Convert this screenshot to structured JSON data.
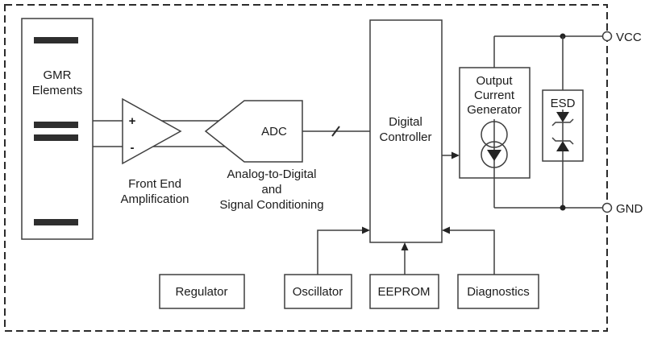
{
  "diagram": {
    "description": "Sensor IC block diagram",
    "blocks": {
      "gmr": {
        "line1": "GMR",
        "line2": "Elements"
      },
      "amplifier": {
        "plus": "+",
        "minus": "-",
        "caption1": "Front End",
        "caption2": "Amplification"
      },
      "adc": {
        "label": "ADC",
        "caption1": "Analog-to-Digital",
        "caption2": "and",
        "caption3": "Signal Conditioning"
      },
      "controller": {
        "line1": "Digital",
        "line2": "Controller"
      },
      "output_current_generator": {
        "line1": "Output",
        "line2": "Current",
        "line3": "Generator"
      },
      "esd": {
        "label": "ESD"
      },
      "regulator": {
        "label": "Regulator"
      },
      "oscillator": {
        "label": "Oscillator"
      },
      "eeprom": {
        "label": "EEPROM"
      },
      "diagnostics": {
        "label": "Diagnostics"
      }
    },
    "terminals": {
      "vcc": "VCC",
      "gnd": "GND"
    },
    "colors": {
      "line": "#3f3f3f",
      "text": "#1b1b1b",
      "bar": "#2e2e2e",
      "background": "#ffffff"
    }
  }
}
